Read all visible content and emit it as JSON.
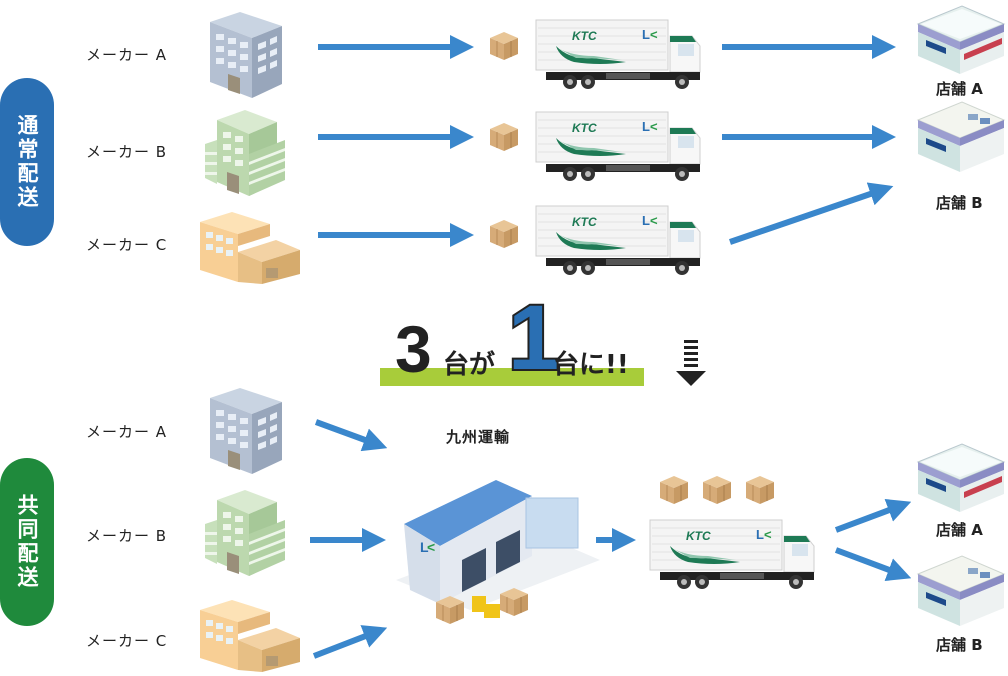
{
  "sections": {
    "normal": {
      "label": "通常配送",
      "color": "#2a6fb3"
    },
    "joint": {
      "label": "共同配送",
      "color": "#1f8a3c"
    }
  },
  "makers": {
    "normal": [
      "メーカー A",
      "メーカー B",
      "メーカー C"
    ],
    "joint": [
      "メーカー A",
      "メーカー B",
      "メーカー C"
    ]
  },
  "stores": {
    "normal": [
      "店舗 A",
      "店舗 B"
    ],
    "joint": [
      "店舗 A",
      "店舗 B"
    ]
  },
  "headline": {
    "from_count": "3",
    "unit_ga": "台が",
    "to_count": "1",
    "unit_ni": "台に!!"
  },
  "hub": {
    "label": "九州運輸"
  },
  "truck": {
    "brand": "KTC",
    "logo": "LK"
  },
  "colors": {
    "arrow": "#3a87cc",
    "highlight_bar": "#a8cc3a",
    "truck_green": "#1e7a55"
  }
}
